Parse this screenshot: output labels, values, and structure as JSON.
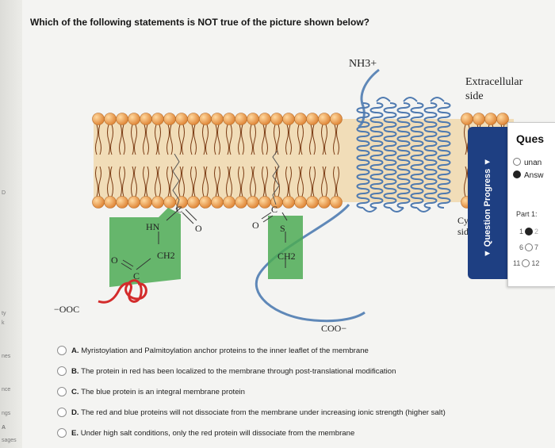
{
  "question": {
    "text": "Which of the following statements is NOT true of the picture shown below?"
  },
  "figure": {
    "extracellular_label_1": "Extracellular",
    "extracellular_label_2": "side",
    "cytosol_label_1": "Cyto",
    "cytosol_label_2": "side",
    "nh3_label": "NH3+",
    "coo_right_label": "COO−",
    "coo_left_label": "−OOC",
    "hn_label": "HN",
    "ch2_left_label": "CH2",
    "c_left_label": "C",
    "o_left_label": "O",
    "c_mid_label": "C",
    "o_mid_label": "O",
    "c_mid2_label": "C",
    "o_mid2_label": "O",
    "s_label": "S",
    "ch2_right_label": "CH2"
  },
  "question_progress": {
    "tab_label": "▼ Question Progress ▼",
    "title": "Ques",
    "legend_unanswered": "unan",
    "legend_answered": "Answ",
    "part_label": "Part 1:",
    "cells": [
      "1",
      "2",
      "6",
      "7",
      "11",
      "12"
    ],
    "colors": {
      "tab": "#1e3f82",
      "answered": "#222222"
    }
  },
  "options": [
    {
      "letter": "A.",
      "text": "Myristoylation and Palmitoylation anchor proteins to the inner leaflet of the membrane"
    },
    {
      "letter": "B.",
      "text": "The protein in red has been localized to the membrane through post-translational modification"
    },
    {
      "letter": "C.",
      "text": "The blue protein is an integral membrane protein"
    },
    {
      "letter": "D.",
      "text": "The red and blue proteins will not dissociate from the membrane under increasing ionic strength (higher salt)"
    },
    {
      "letter": "E.",
      "text": "Under high salt conditions, only the red protein will dissociate from the membrane"
    }
  ],
  "left_edge_fragments": [
    "D",
    "ty",
    "k",
    "nes",
    "nce",
    "ngs",
    "A",
    "sages"
  ]
}
